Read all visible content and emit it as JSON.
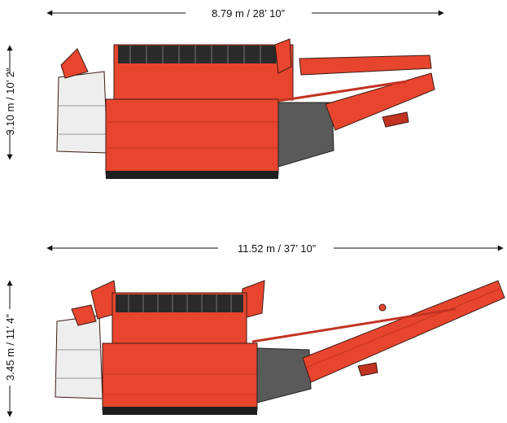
{
  "diagram": {
    "machines": [
      {
        "id": "transport",
        "length_label": "8.79 m / 28’ 10”",
        "height_label": "3.10 m / 10’ 2”"
      },
      {
        "id": "working",
        "length_label": "11.52 m / 37’ 10”",
        "height_label": "3.45 m / 11’ 4”"
      }
    ],
    "colors": {
      "body_red": "#e8452e",
      "body_red_dark": "#c23322",
      "hood_grey": "#5a5a5a",
      "track_black": "#1e1e1e",
      "panel_white": "#eeeeee",
      "outline": "#3a1a14",
      "dimension_ink": "#111111"
    }
  }
}
